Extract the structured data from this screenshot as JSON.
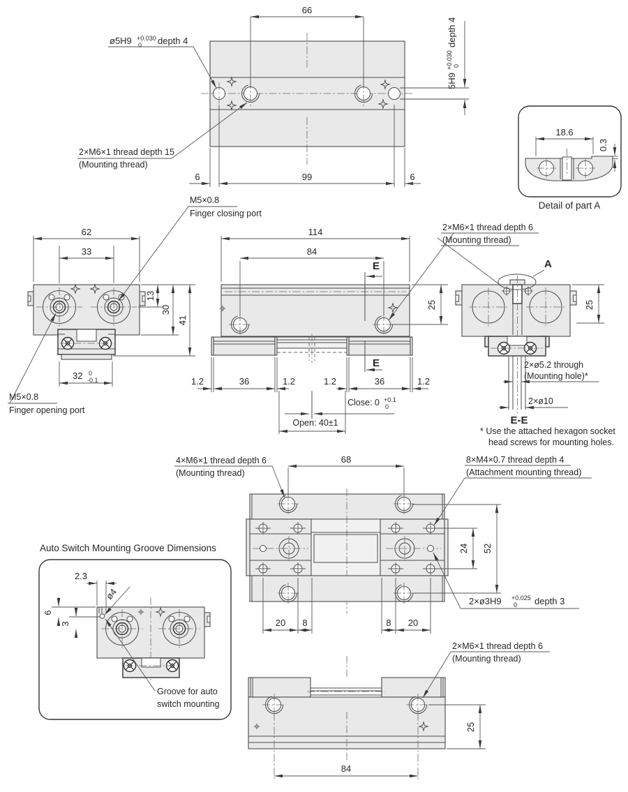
{
  "drawing": {
    "top_view": {
      "dim_66": "66",
      "hole_note_pre": "ø5H9",
      "hole_note_sup": "+0.030",
      "hole_note_sub": "0",
      "hole_note_post": "depth 4",
      "side_note_pre": "5H9",
      "side_note_sup": "+0.030",
      "side_note_sub": "0",
      "side_note_post": "depth 4",
      "thread_note_1": "2×M6×1 thread depth 15",
      "thread_note_2": "(Mounting thread)",
      "dim_6_left": "6",
      "dim_99": "99",
      "dim_6_right": "6"
    },
    "detail_a": {
      "dim_18_6": "18.6",
      "dim_0_3": "0.3",
      "caption": "Detail of part A"
    },
    "front_view": {
      "dim_62": "62",
      "dim_33": "33",
      "dim_13": "13",
      "dim_30": "30",
      "dim_41": "41",
      "dim_32": "32",
      "dim_32_sup": "0",
      "dim_32_sub": "-0.1",
      "closing_port_1": "M5×0.8",
      "closing_port_2": "Finger closing port",
      "opening_port_1": "M5×0.8",
      "opening_port_2": "Finger opening port"
    },
    "side_view": {
      "dim_114": "114",
      "dim_84": "84",
      "section_label": "E",
      "thread_note_1": "2×M6×1 thread depth 6",
      "thread_note_2": "(Mounting thread)",
      "dim_25": "25",
      "dim_1_2": "1.2",
      "dim_36": "36",
      "close_pre": "Close: 0",
      "close_sup": "+0.1",
      "close_sub": "0",
      "open_label": "Open: 40±1"
    },
    "end_view": {
      "label_a": "A",
      "dim_25": "25",
      "hole_note_1": "2×ø5.2 through",
      "hole_note_2": "(Mounting hole)*",
      "dim_2x10": "2×ø10",
      "section_ee": "E-E",
      "footnote_1": "* Use the attached hexagon socket",
      "footnote_2": "head screws for mounting holes."
    },
    "bottom_view": {
      "thread_note_1": "4×M6×1 thread depth 6",
      "thread_note_2": "(Mounting thread)",
      "dim_68": "68",
      "attach_note_1": "8×M4×0.7 thread depth 4",
      "attach_note_2": "(Attachment mounting thread)",
      "dim_24": "24",
      "dim_52": "52",
      "pin_note_pre": "2×ø3H9",
      "pin_note_sup": "+0.025",
      "pin_note_sub": "0",
      "pin_note_post": "depth 3",
      "dim_20": "20",
      "dim_8": "8"
    },
    "groove_panel": {
      "title": "Auto Switch Mounting Groove Dimensions",
      "dim_2_3": "2.3",
      "dim_o4": "ø4",
      "dim_6": "6",
      "dim_3": "3",
      "note_1": "Groove for auto",
      "note_2": "switch mounting"
    },
    "base_view": {
      "thread_note_1": "2×M6×1 thread depth 6",
      "thread_note_2": "(Mounting thread)",
      "dim_25": "25",
      "dim_84": "84"
    }
  }
}
